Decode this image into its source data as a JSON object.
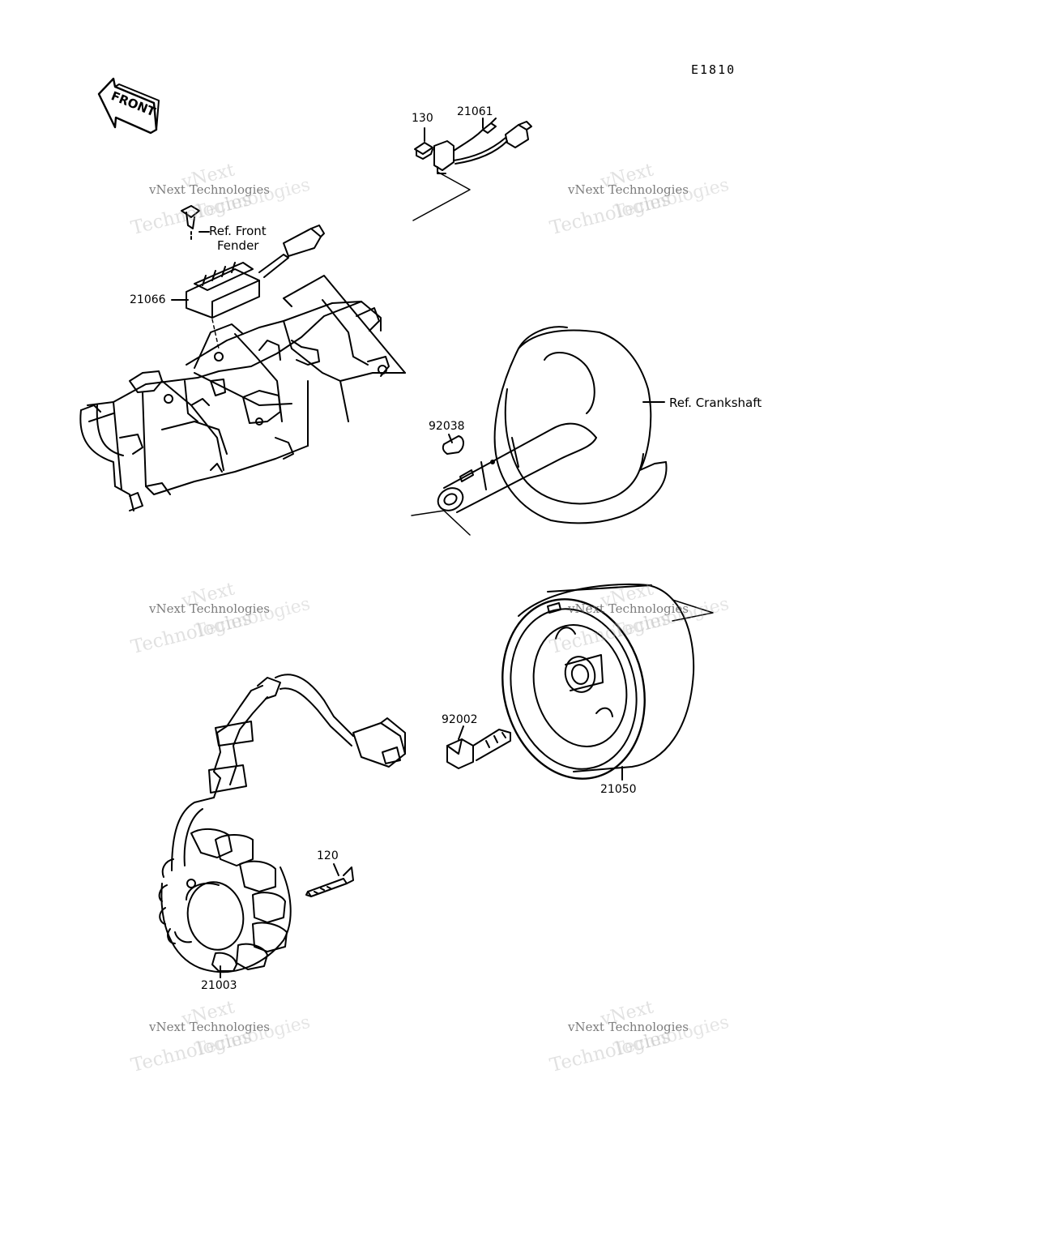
{
  "figure_id": "E1810",
  "front_arrow_label": "FRONT",
  "parts": {
    "p130": "130",
    "p21061": "21061",
    "p21066": "21066",
    "p92038": "92038",
    "p92002": "92002",
    "p21050": "21050",
    "p120": "120",
    "p21003": "21003"
  },
  "references": {
    "front_fender_line1": "Ref. Front",
    "front_fender_line2": "Fender",
    "crankshaft": "Ref. Crankshaft"
  },
  "watermark": {
    "line_a": "vNext",
    "line_b": "vNext Technologies",
    "line_c": "Technologies",
    "line_d": "Technologies"
  }
}
